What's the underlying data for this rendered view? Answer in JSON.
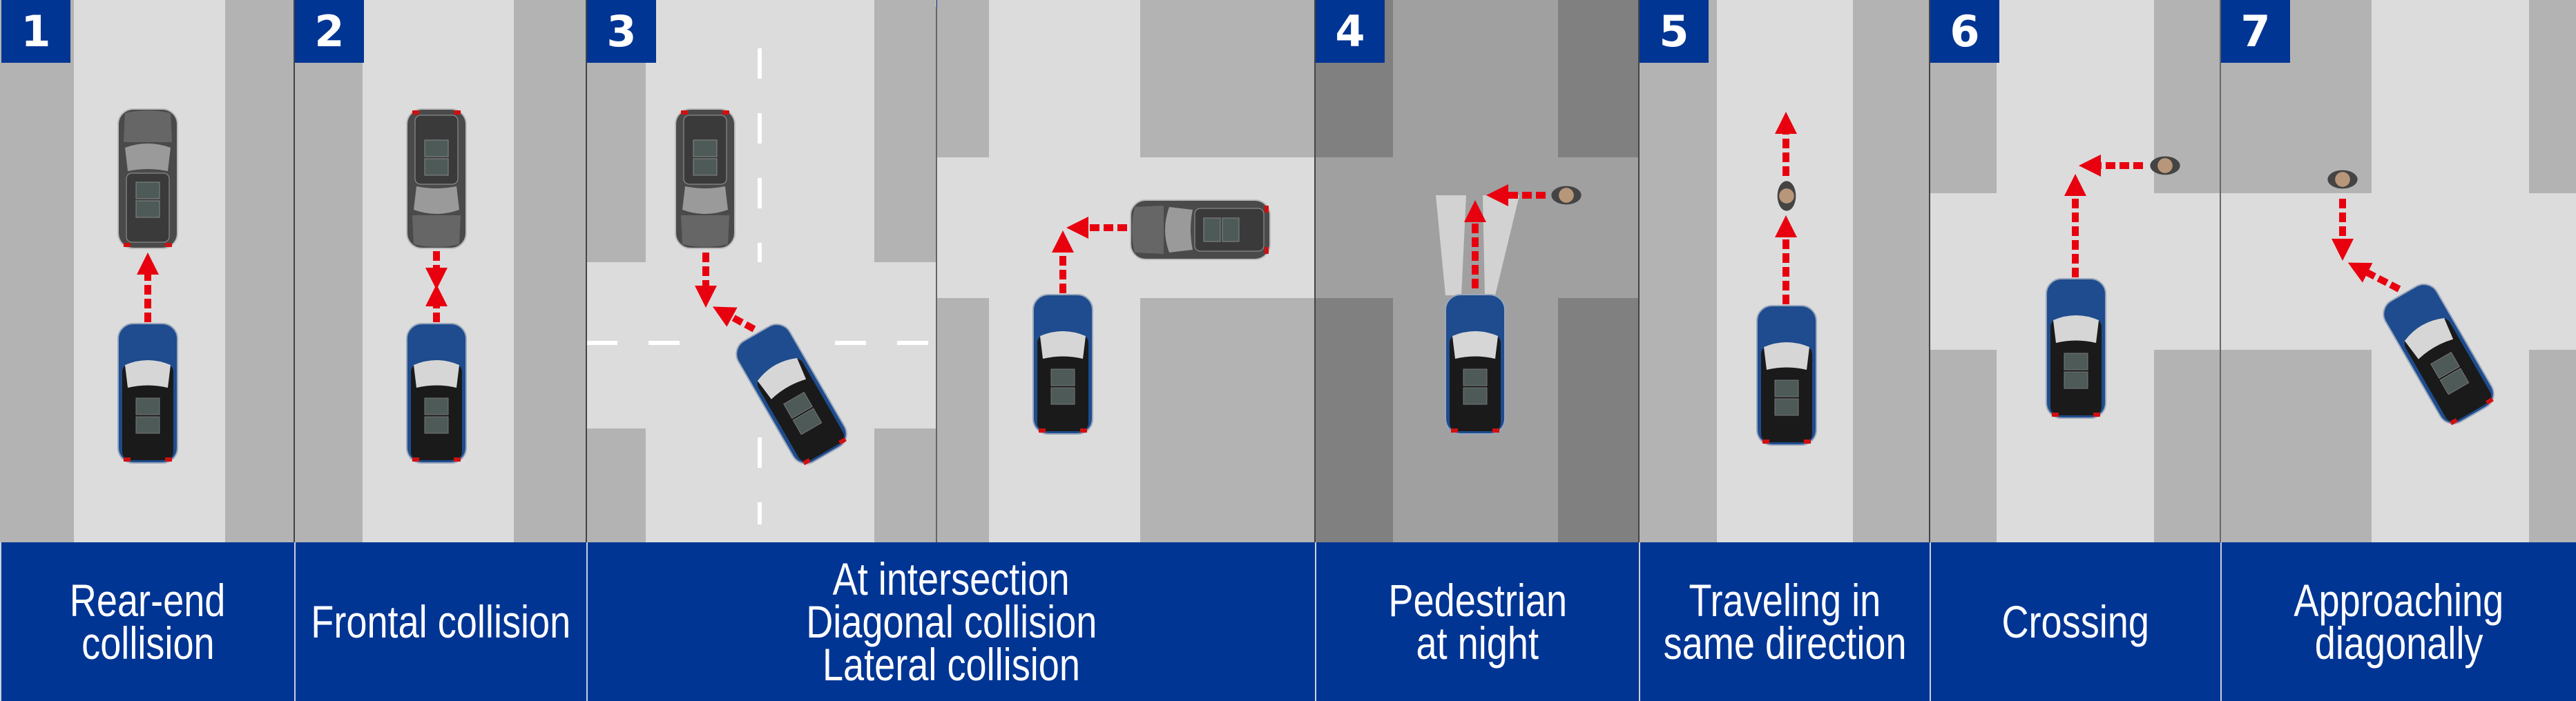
{
  "colors": {
    "brand_blue": "#003594",
    "road": "#dcdcdc",
    "block": "#b3b3b3",
    "night_road": "#a0a0a0",
    "night_block": "#808080",
    "arrow": "#e8000f"
  },
  "panels": [
    {
      "number": "1",
      "caption": [
        "Rear-end",
        "collision"
      ]
    },
    {
      "number": "2",
      "caption": [
        "Frontal collision"
      ]
    },
    {
      "number": "3",
      "caption": [
        "At intersection",
        "Diagonal collision",
        "Lateral collision"
      ]
    },
    {
      "number": "4",
      "caption": [
        "Pedestrian",
        "at night"
      ]
    },
    {
      "number": "5",
      "caption": [
        "Traveling in",
        "same direction"
      ]
    },
    {
      "number": "6",
      "caption": [
        "Crossing"
      ]
    },
    {
      "number": "7",
      "caption": [
        "Approaching",
        "diagonally"
      ]
    }
  ]
}
